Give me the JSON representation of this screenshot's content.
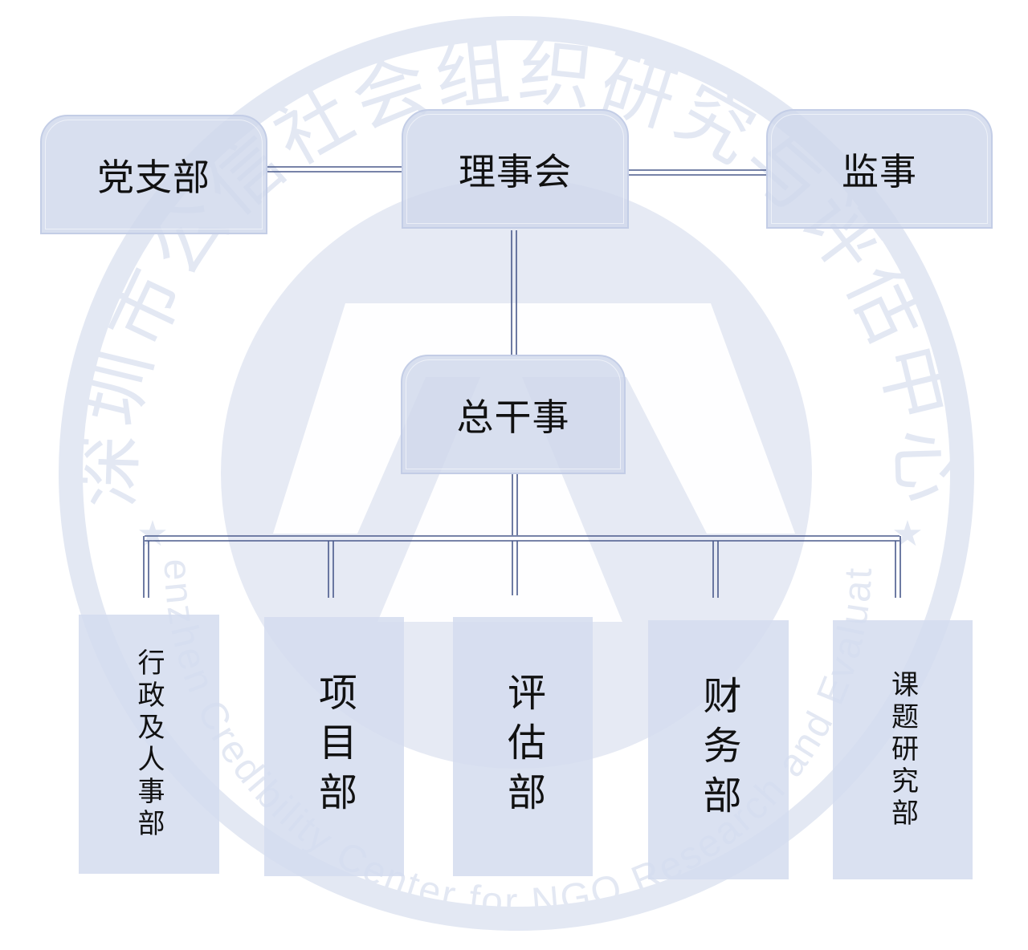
{
  "org": {
    "party_branch": "党支部",
    "board": "理事会",
    "supervisor": "监事",
    "secretary_general": "总干事",
    "departments": [
      "行政及人事部",
      "项目部",
      "评估部",
      "财务部",
      "课题研究部"
    ]
  },
  "watermark": {
    "cn_text": "深圳市公信社会组织研究与评估中心",
    "en_text": "Shenzhen Credibility Center for NGO Research and Evaluation",
    "star": "★"
  },
  "colors": {
    "box_fill": "#d0d8ec",
    "line": "#4a5a8c",
    "watermark": "#e3e8f3"
  }
}
